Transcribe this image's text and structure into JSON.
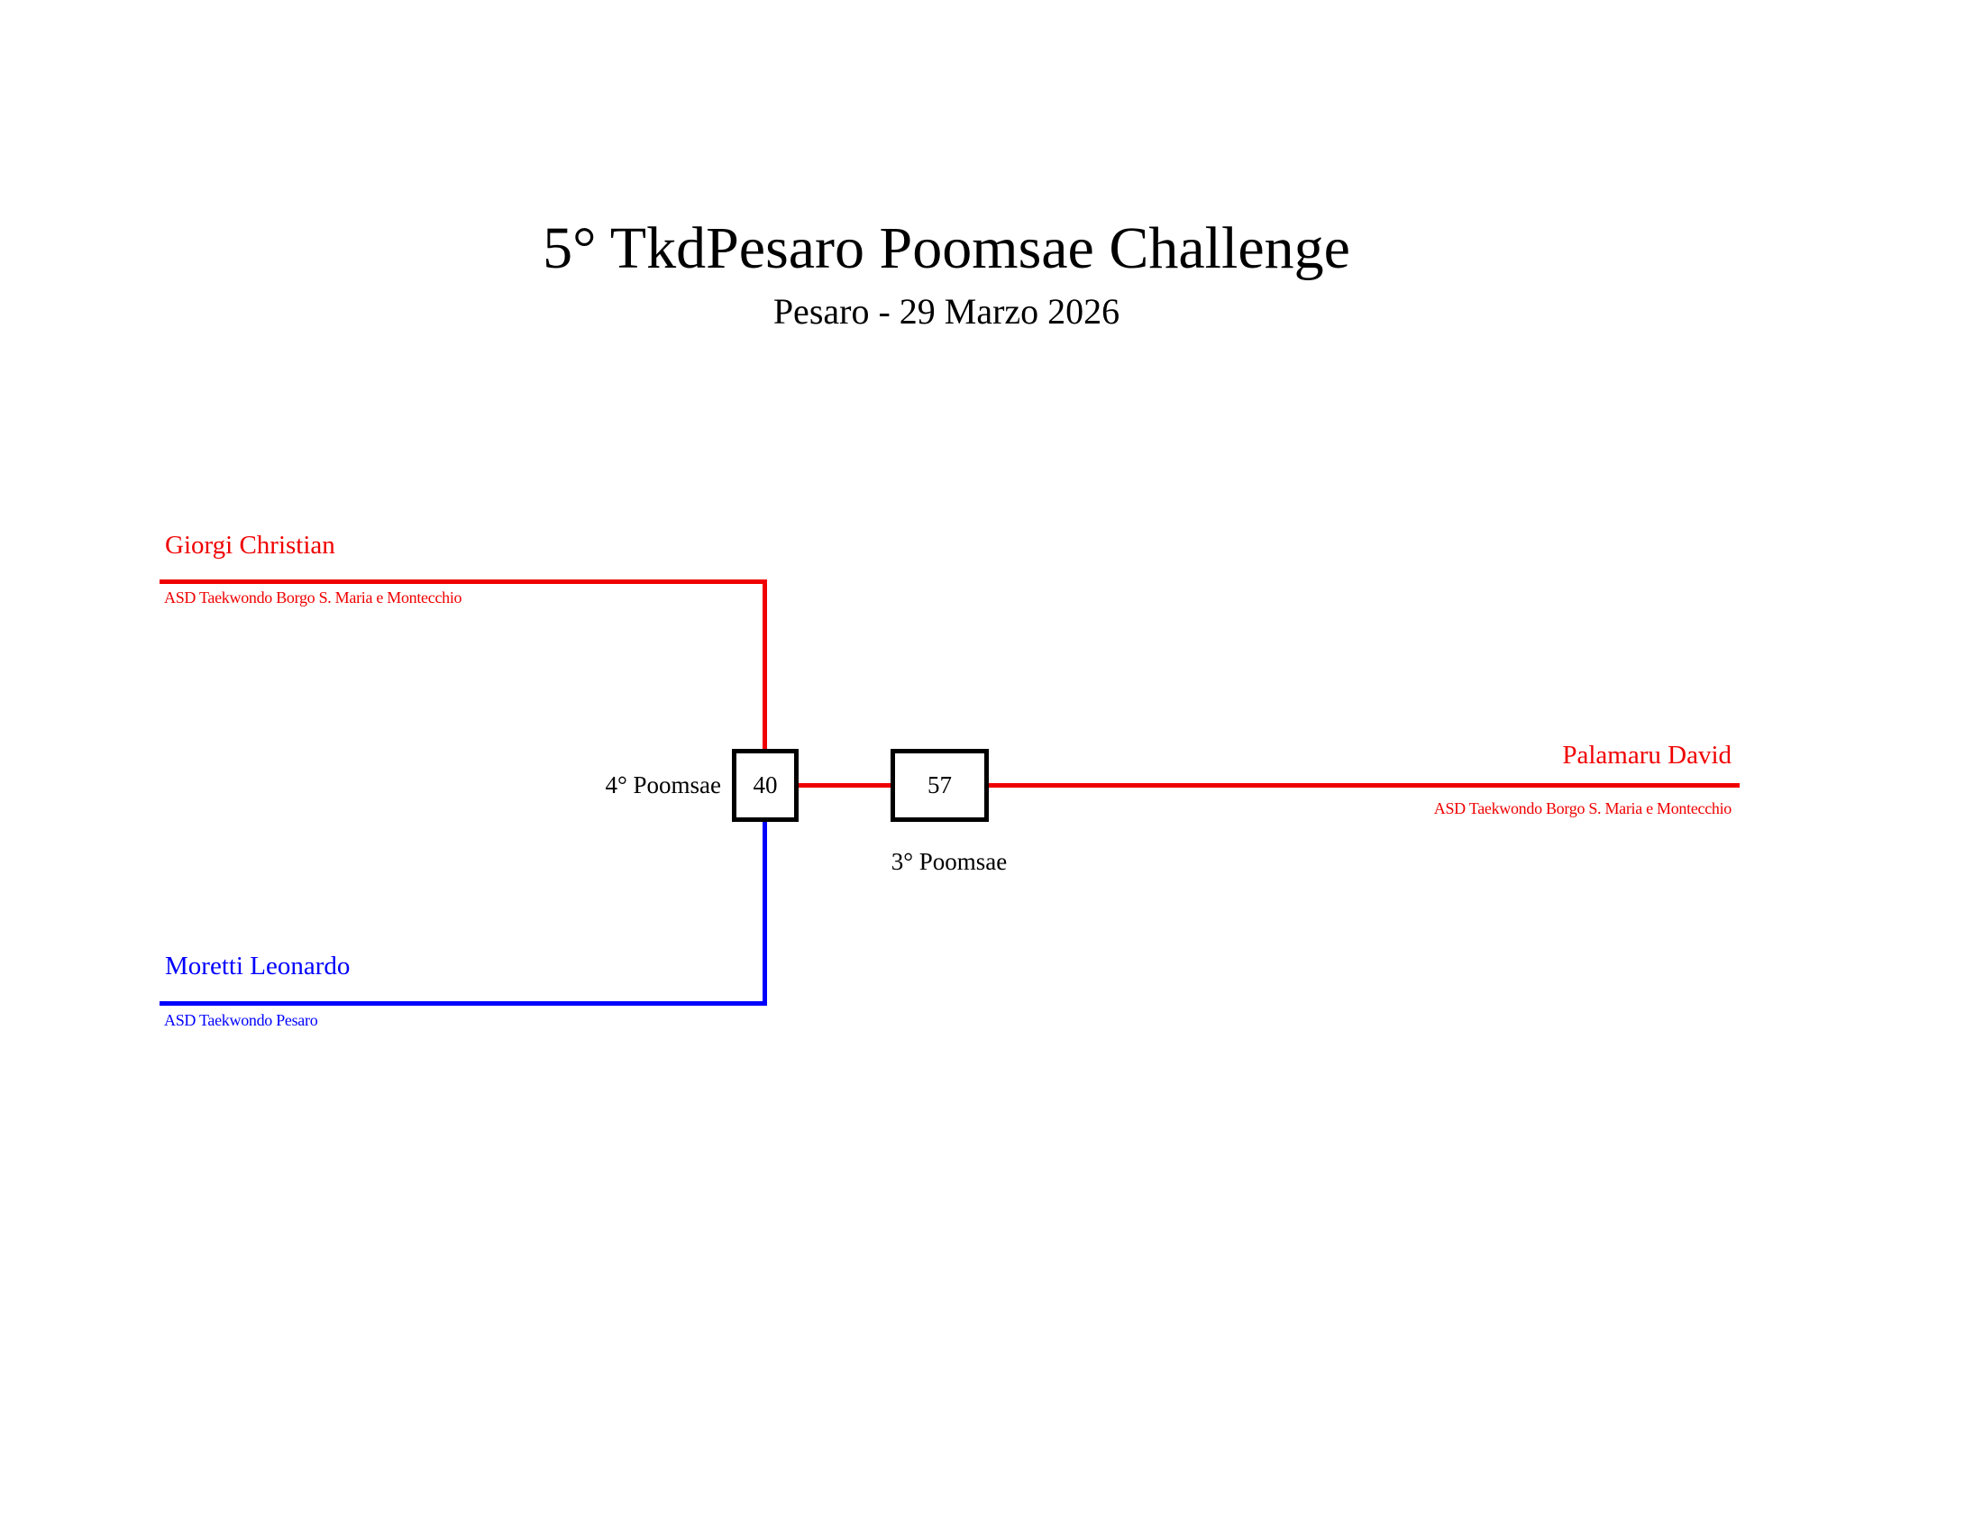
{
  "header": {
    "title": "5° TkdPesaro Poomsae Challenge",
    "subtitle": "Pesaro - 29 Marzo 2026"
  },
  "colors": {
    "red_corner": "#f00000",
    "blue_corner": "#0000ff"
  },
  "bracket": {
    "athletes": [
      {
        "name": "Giorgi Christian",
        "club": "ASD Taekwondo Borgo S. Maria e Montecchio",
        "color": "red"
      },
      {
        "name": "Moretti Leonardo",
        "club": "ASD Taekwondo Pesaro",
        "color": "blue"
      },
      {
        "name": "Palamaru David",
        "club": "ASD Taekwondo Borgo S. Maria e Montecchio",
        "color": "red"
      }
    ],
    "matches": [
      {
        "number": "40",
        "label": "4° Poomsae"
      },
      {
        "number": "57",
        "label": "3° Poomsae"
      }
    ]
  }
}
